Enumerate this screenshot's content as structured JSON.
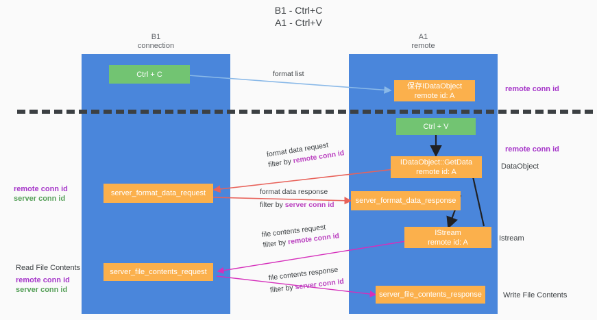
{
  "title": {
    "line1": "B1 - Ctrl+C",
    "line2": "A1 - Ctrl+V"
  },
  "columns": [
    {
      "id": "b1",
      "name": "B1",
      "role": "connection"
    },
    {
      "id": "a1",
      "name": "A1",
      "role": "remote"
    }
  ],
  "colors": {
    "lane": "#4a86db",
    "box_green": "#72c472",
    "box_orange": "#fbb04c",
    "arrow_lightblue": "#8ab9e8",
    "arrow_red": "#e8625a",
    "arrow_magenta": "#d52fbb",
    "arrow_black": "#202124",
    "label_purple": "#a637c9",
    "label_green": "#57a05a",
    "label_highlight": "#bb43c0",
    "text_dark": "#3c4043",
    "background": "#fafafa"
  },
  "boxes": {
    "ctrl_c": {
      "label": "Ctrl + C",
      "kind": "green"
    },
    "save_idataobject": {
      "label": "保存IDataObject",
      "sub": "remote id: A",
      "kind": "orange"
    },
    "ctrl_v": {
      "label": "Ctrl + V",
      "kind": "green"
    },
    "getdata": {
      "label": "IDataObject::GetData",
      "sub": "remote id: A",
      "kind": "orange"
    },
    "server_format_data_request": {
      "label": "server_format_data_request",
      "kind": "orange"
    },
    "server_format_data_response": {
      "label": "server_format_data_response",
      "kind": "orange"
    },
    "istream": {
      "label": "IStream",
      "sub": "remote id: A",
      "kind": "orange"
    },
    "server_file_contents_request": {
      "label": "server_file_contents_request",
      "kind": "orange"
    },
    "server_file_contents_response": {
      "label": "server_file_contents_response",
      "kind": "orange"
    }
  },
  "edge_labels": {
    "format_list": "format list",
    "format_data_request": {
      "line1": "format data request",
      "line2_prefix": "filter by ",
      "line2_highlight": "remote conn id"
    },
    "format_data_response": {
      "line1": "format data response",
      "line2_prefix": "filter by ",
      "line2_highlight": "server conn id"
    },
    "file_contents_request": {
      "line1": "file contents request",
      "line2_prefix": "filter by ",
      "line2_highlight": "remote conn id"
    },
    "file_contents_response": {
      "line1": "file contents response",
      "line2_prefix": "filter by ",
      "line2_highlight": "server conn id"
    }
  },
  "annotations": {
    "right_top_remote_conn_id": "remote conn id",
    "right_mid_remote_conn_id": "remote conn id",
    "right_dataobject": "DataObject",
    "right_istream": "Istream",
    "right_write_file_contents": "Write File Contents",
    "left_mid_remote_conn_id": "remote conn id",
    "left_mid_server_conn_id": "server conn id",
    "left_read_file_contents": "Read File Contents",
    "left_bottom_remote_conn_id": "remote conn id",
    "left_bottom_server_conn_id": "server conn id"
  }
}
